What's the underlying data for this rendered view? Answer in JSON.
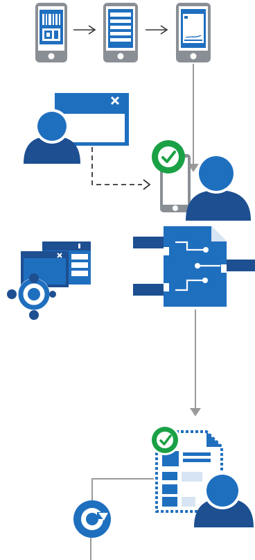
{
  "colors": {
    "primary": "#1f6fbf",
    "dark": "#1d4f91",
    "light": "#d7e4f3",
    "green": "#1aa145",
    "phone_frame": "#8a8f95",
    "connector": "#9a9a9a",
    "arrow_dark": "#333333",
    "background": "#ffffff"
  },
  "nodes": [
    {
      "name": "phone-barcode-scan-icon",
      "icon": "phone-barcode"
    },
    {
      "name": "phone-form-list-icon",
      "icon": "phone-list"
    },
    {
      "name": "phone-form-preview-icon",
      "icon": "phone-preview"
    },
    {
      "name": "user-with-window-icon",
      "icon": "user-window"
    },
    {
      "name": "approved-phone-user-icon",
      "icon": "check-phone-user"
    },
    {
      "name": "settings-windows-icon",
      "icon": "gear-windows"
    },
    {
      "name": "document-workflow-icon",
      "icon": "document-connectors"
    },
    {
      "name": "approved-document-user-icon",
      "icon": "check-document-user"
    },
    {
      "name": "sync-circle-icon",
      "icon": "refresh"
    }
  ],
  "connectors": [
    {
      "name": "arrow-phone1-to-phone2",
      "style": "chevron"
    },
    {
      "name": "arrow-phone2-to-phone3",
      "style": "chevron"
    },
    {
      "name": "line-phone3-down",
      "style": "solid-arrow"
    },
    {
      "name": "dashed-user-to-phone",
      "style": "dashed-arrow"
    },
    {
      "name": "line-document-down",
      "style": "solid-arrow"
    },
    {
      "name": "line-sync-to-document",
      "style": "solid"
    }
  ]
}
